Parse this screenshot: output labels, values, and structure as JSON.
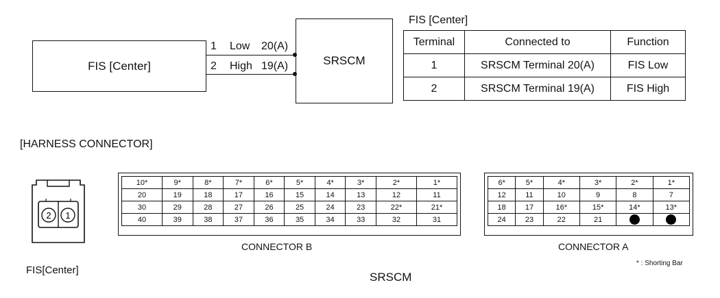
{
  "diagram": {
    "fis_box_label": "FIS [Center]",
    "srscm_box_label": "SRSCM",
    "wires": [
      {
        "pin": "1",
        "name": "Low",
        "terminal": "20(A)"
      },
      {
        "pin": "2",
        "name": "High",
        "terminal": "19(A)"
      }
    ]
  },
  "fis_table": {
    "title": "FIS [Center]",
    "headers": [
      "Terminal",
      "Connected to",
      "Function"
    ],
    "rows": [
      [
        "1",
        "SRSCM Terminal 20(A)",
        "FIS Low"
      ],
      [
        "2",
        "SRSCM Terminal 19(A)",
        "FIS High"
      ]
    ]
  },
  "harness": {
    "title": "[HARNESS CONNECTOR]",
    "fis_connector_pins": [
      "2",
      "1"
    ],
    "fis_connector_caption": "FIS[Center]",
    "connector_b": {
      "label": "CONNECTOR B",
      "rows": [
        [
          "10*",
          "9*",
          "8*",
          "7*",
          "6*",
          "5*",
          "4*",
          "3*",
          "2*",
          "1*"
        ],
        [
          "20",
          "19",
          "18",
          "17",
          "16",
          "15",
          "14",
          "13",
          "12",
          "11"
        ],
        [
          "30",
          "29",
          "28",
          "27",
          "26",
          "25",
          "24",
          "23",
          "22*",
          "21*"
        ],
        [
          "40",
          "39",
          "38",
          "37",
          "36",
          "35",
          "34",
          "33",
          "32",
          "31"
        ]
      ]
    },
    "connector_a": {
      "label": "CONNECTOR A",
      "rows": [
        [
          "6*",
          "5*",
          "4*",
          "3*",
          "2*",
          "1*"
        ],
        [
          "12",
          "11",
          "10",
          "9",
          "8",
          "7"
        ],
        [
          "18",
          "17",
          "16*",
          "15*",
          "14*",
          "13*"
        ],
        [
          "24",
          "23",
          "22",
          "21",
          "",
          ""
        ]
      ],
      "filled_cells": [
        [
          3,
          4
        ],
        [
          3,
          5
        ]
      ]
    },
    "shorting_bar_note": "* : Shorting Bar",
    "srscm_caption": "SRSCM"
  }
}
